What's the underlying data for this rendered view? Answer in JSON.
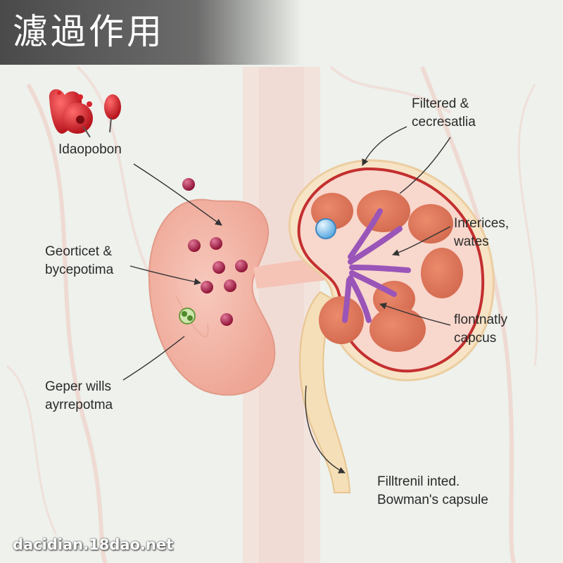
{
  "title": "濾過作用",
  "labels": {
    "top_left": "Idaopobon",
    "mid_left_1": "Georticet &",
    "mid_left_2": "bycepotima",
    "low_left_1": "Geper wills",
    "low_left_2": "ayrrepotma",
    "top_right_1": "Filtered &",
    "top_right_2": "cecresatlia",
    "mid_right_1": "Inrerices,",
    "mid_right_2": "wates",
    "low_right_1": "flontnatly",
    "low_right_2": "capcus",
    "bottom_right_1": "Filltrenil inted.",
    "bottom_right_2": "Bowman's capsule"
  },
  "watermark": "dacidian.18dao.net",
  "colors": {
    "background": "#eef1ec",
    "kidney_outer": "#f2b2a2",
    "cortex_red": "#c83a3a",
    "pyramid": "#e07a5e",
    "calyx": "#9a55b8",
    "blood_cell": "#d9232b",
    "particle": "#a0193e",
    "ureter": "#f3d9b0"
  }
}
